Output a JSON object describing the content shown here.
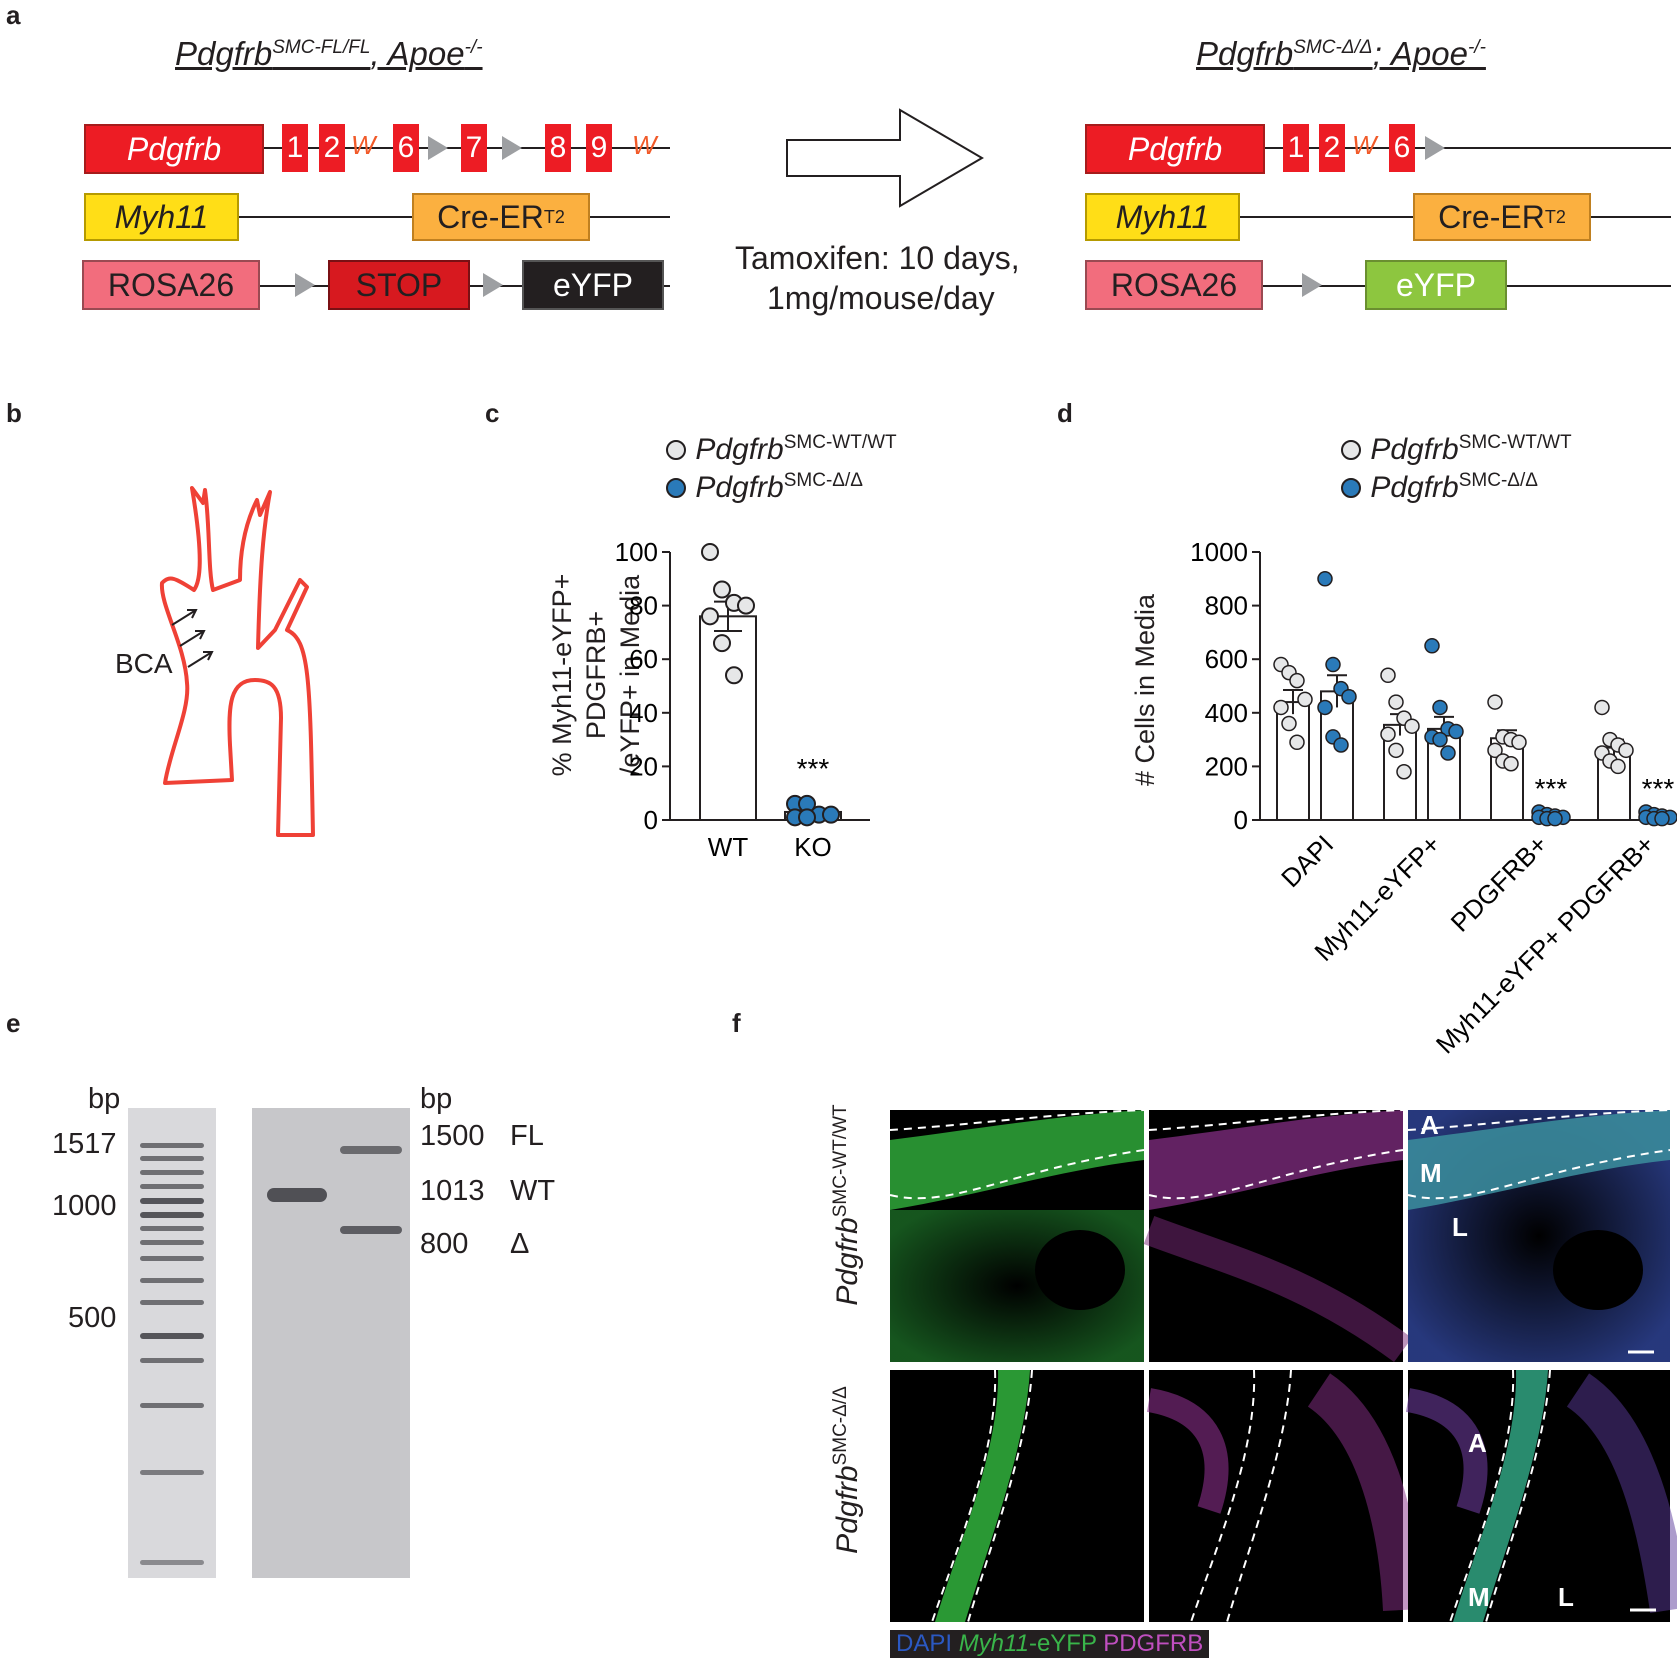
{
  "panel_letters": {
    "a": "a",
    "b": "b",
    "c": "c",
    "d": "d",
    "e": "e",
    "f": "f"
  },
  "panel_a": {
    "left_title": {
      "gene": "Pdgfrb",
      "sup": "SMC-FL/FL",
      "rest": ", Apoe",
      "rest_sup": "-/-"
    },
    "right_title": {
      "gene": "Pdgfrb",
      "sup": "SMC-Δ/Δ",
      "rest": "; Apoe",
      "rest_sup": "-/-"
    },
    "boxes": {
      "pdgfrb": "Pdgfrb",
      "myh11": "Myh11",
      "cre": "Cre-ER",
      "cre_sup": "T2",
      "rosa": "ROSA26",
      "stop": "STOP",
      "eyfp": "eYFP"
    },
    "exons_left": [
      "1",
      "2",
      "6",
      "7",
      "8",
      "9"
    ],
    "exons_right": [
      "1",
      "2",
      "6"
    ],
    "tamoxifen_line1": "Tamoxifen: 10 days,",
    "tamoxifen_line2": "1mg/mouse/day",
    "colors": {
      "exon": "#ed1c24",
      "myh11": "#ffde17",
      "cre": "#fbb040",
      "rosa": "#f26d7d",
      "stop": "#d7191f",
      "eyfp_off": "#231f20",
      "eyfp_on": "#8dc63f"
    },
    "icons": {
      "loxp": "gray-triangle",
      "frt": "squiggle-w",
      "arrow": "big-hollow-arrow"
    }
  },
  "panel_b": {
    "label": "BCA",
    "color": "#ef4136"
  },
  "panel_c": {
    "legend": [
      {
        "gene": "Pdgfrb",
        "sup": "SMC-WT/WT",
        "fill": "#e6e7e8"
      },
      {
        "gene": "Pdgfrb",
        "sup": "SMC-Δ/Δ",
        "fill": "#2a7ab9"
      }
    ],
    "ylabel_line1": "% Myh11-eYFP+ PDGFRB+",
    "ylabel_line2": "/eYFP+ in Media",
    "sig": "***"
  },
  "panel_d": {
    "ylabel": "# Cells in Media",
    "categories": [
      "DAPI",
      "Myh11-eYFP+",
      "PDGFRB+",
      "Myh11-eYFP+ PDGFRB+"
    ],
    "sig": "***"
  },
  "chart_data": [
    {
      "type": "bar",
      "categories": [
        "WT",
        "KO"
      ],
      "ylim": [
        0,
        100
      ],
      "yticks": [
        0,
        20,
        40,
        60,
        80,
        100
      ],
      "series": [
        {
          "name": "PdgfrbSMC-WT/WT",
          "values": [
            76
          ],
          "error": [
            5.5
          ],
          "points": [
            100,
            86,
            81,
            80,
            76,
            66,
            54
          ]
        },
        {
          "name": "PdgfrbSMC-Δ/Δ",
          "values": [
            3
          ],
          "error": [
            1.2
          ],
          "points": [
            6,
            6,
            2,
            2,
            1,
            1
          ]
        }
      ],
      "annotations": [
        "***"
      ]
    },
    {
      "type": "bar",
      "categories": [
        "DAPI",
        "Myh11-eYFP+",
        "PDGFRB+",
        "Myh11-eYFP+ PDGFRB+"
      ],
      "ylim": [
        0,
        1000
      ],
      "yticks": [
        0,
        200,
        400,
        600,
        800,
        1000
      ],
      "series": [
        {
          "name": "PdgfrbSMC-WT/WT",
          "values": [
            440,
            355,
            305,
            270
          ],
          "error": [
            45,
            40,
            30,
            30
          ],
          "points": [
            [
              580,
              550,
              520,
              450,
              420,
              360,
              290
            ],
            [
              540,
              440,
              380,
              350,
              320,
              260,
              180
            ],
            [
              440,
              310,
              300,
              290,
              260,
              220,
              210
            ],
            [
              420,
              300,
              280,
              260,
              250,
              220,
              200
            ]
          ]
        },
        {
          "name": "PdgfrbSMC-Δ/Δ",
          "values": [
            480,
            340,
            15,
            15
          ],
          "error": [
            60,
            45,
            5,
            5
          ],
          "points": [
            [
              900,
              580,
              490,
              460,
              420,
              310,
              280
            ],
            [
              650,
              420,
              340,
              330,
              310,
              300,
              250
            ],
            [
              30,
              20,
              15,
              10,
              10,
              5,
              5
            ],
            [
              30,
              20,
              15,
              10,
              10,
              5,
              5
            ]
          ]
        }
      ],
      "annotations": [
        "***",
        "***"
      ]
    }
  ],
  "panel_e": {
    "bp_left": "bp",
    "bp_right": "bp",
    "ladder_labels": [
      "1517",
      "1000",
      "500"
    ],
    "band_labels": [
      {
        "size": "1500",
        "name": "FL"
      },
      {
        "size": "1013",
        "name": "WT"
      },
      {
        "size": "800",
        "name": "Δ"
      }
    ]
  },
  "panel_f": {
    "row_labels": [
      {
        "gene": "Pdgfrb",
        "sup": "SMC-WT/WT"
      },
      {
        "gene": "Pdgfrb",
        "sup": "SMC-Δ/Δ"
      }
    ],
    "layer_labels": {
      "adventitia": "A",
      "media": "M",
      "lumen": "L"
    },
    "legend": {
      "dapi": "DAPI",
      "myh11": "Myh11",
      "eyfp": "-eYFP",
      "pdgfrb": "PDGFRB",
      "dapi_color": "#2b59c3",
      "eyfp_color": "#39b54a",
      "pdgfrb_color": "#c04fc0"
    }
  }
}
